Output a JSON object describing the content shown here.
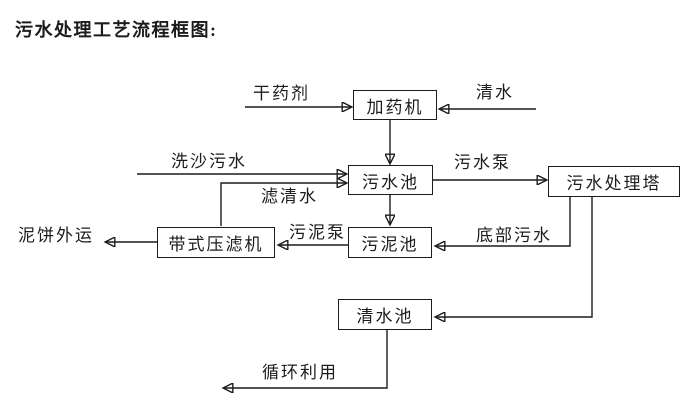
{
  "title": "污水处理工艺流程框图:",
  "nodes": {
    "dosing_machine": {
      "label": "加药机"
    },
    "sewage_pool": {
      "label": "污水池"
    },
    "treatment_tower": {
      "label": "污水处理塔"
    },
    "sludge_pool": {
      "label": "污泥池"
    },
    "belt_filter_press": {
      "label": "带式压滤机"
    },
    "clean_water_pool": {
      "label": "清水池"
    }
  },
  "edge_labels": {
    "dry_agent": "干药剂",
    "clean_water": "清水",
    "sand_sewage": "洗沙污水",
    "filtered_water": "滤清水",
    "sewage_pump": "污水泵",
    "bottom_sewage": "底部污水",
    "sludge_pump": "污泥泵",
    "mud_cake_out": "泥饼外运",
    "recycle_use": "循环利用"
  },
  "flow": [
    {
      "from": "干药剂",
      "to": "加药机",
      "label": "干药剂"
    },
    {
      "from": "清水",
      "to": "加药机",
      "label": "清水"
    },
    {
      "from": "加药机",
      "to": "污水池",
      "label": ""
    },
    {
      "from": "洗沙污水",
      "to": "污水池",
      "label": "洗沙污水"
    },
    {
      "from": "带式压滤机",
      "to": "污水池",
      "label": "滤清水"
    },
    {
      "from": "污水池",
      "to": "污水处理塔",
      "label": "污水泵"
    },
    {
      "from": "污水池",
      "to": "污泥池",
      "label": ""
    },
    {
      "from": "污水处理塔",
      "to": "污泥池",
      "label": "底部污水"
    },
    {
      "from": "污泥池",
      "to": "带式压滤机",
      "label": "污泥泵"
    },
    {
      "from": "带式压滤机",
      "to": "泥饼外运",
      "label": "泥饼外运"
    },
    {
      "from": "污水处理塔",
      "to": "清水池",
      "label": ""
    },
    {
      "from": "清水池",
      "to": "循环利用",
      "label": "循环利用"
    }
  ],
  "colors": {
    "line": "#1c1c1c",
    "text": "#1c1c1c",
    "background": "#ffffff"
  }
}
